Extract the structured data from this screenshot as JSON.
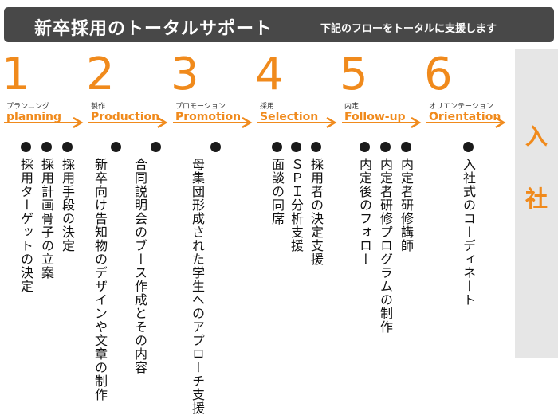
{
  "header": {
    "title": "新卒採用のトータルサポート",
    "subtitle": "下記のフローをトータルに支援します"
  },
  "steps": [
    {
      "num": "1",
      "jp": "プランニング",
      "en": "planning",
      "items": [
        "採用手段の決定",
        "採用計画骨子の立案",
        "採用ターゲットの決定"
      ]
    },
    {
      "num": "2",
      "jp": "製作",
      "en": "Production",
      "items": [
        "合同説明会のブース作成とその内容",
        "新卒向け告知物のデザインや文章の制作"
      ]
    },
    {
      "num": "3",
      "jp": "プロモーション",
      "en": "Promotion",
      "items": [
        "母集団形成された学生へのアプローチ支援"
      ]
    },
    {
      "num": "4",
      "jp": "採用",
      "en": "Selection",
      "items": [
        "採用者の決定支援",
        "ＳＰＩ分析支援",
        "面談の同席"
      ]
    },
    {
      "num": "5",
      "jp": "内定",
      "en": "Follow-up",
      "items": [
        "内定者研修講師",
        "内定者研修プログラムの制作",
        "内定後のフォロー"
      ]
    },
    {
      "num": "6",
      "jp": "オリエンテーション",
      "en": "Orientation",
      "items": [
        "入社式のコーディネート"
      ]
    }
  ],
  "final": [
    "入",
    "社"
  ],
  "colors": {
    "accent": "#f08a1c",
    "header_bg": "#484848",
    "panel_bg": "#e6e6e6",
    "dot": "#1a1a1a"
  }
}
